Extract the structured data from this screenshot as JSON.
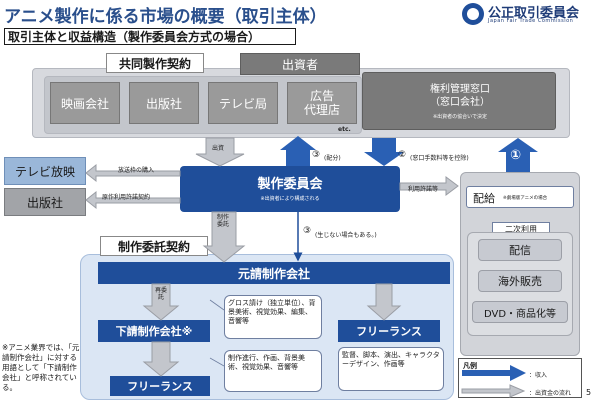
{
  "title": "アニメ製作に係る市場の概要（取引主体）",
  "logo": {
    "name": "公正取引委員会",
    "sub": "Japan Fair Trade Commission"
  },
  "subtitle": "取引主体と収益構造（製作委員会方式の場合）",
  "kyodo": "共同製作契約",
  "shusshisha": "出資者",
  "investors": [
    "映画会社",
    "出版社",
    "テレビ局",
    "広告\n代理店"
  ],
  "etc": "etc.",
  "kenri": {
    "name": "権利管理窓口\n（窓口会社）",
    "note": "※出資者の協合いで決定"
  },
  "left_boxes": [
    "テレビ放映",
    "出版社"
  ],
  "committee": {
    "name": "製作委員会",
    "note": "※出資者により構成される"
  },
  "labels": {
    "shusshi": "出資",
    "haibun": "(配分)",
    "madoguchi": "(窓口手数料等を控除)",
    "hoso": "放送枠の購入",
    "gensaku": "原作利用許諾契約",
    "riyou": "利用許諾等",
    "seisaku_itaku_v": "制作委託",
    "not_paid": "(生じない場合もある。)",
    "sai_itaku": "再委託"
  },
  "numbers": {
    "n1": "①",
    "n2": "②",
    "n3": "③"
  },
  "haikyu": {
    "name": "配給",
    "note": "※劇場版アニメの場合"
  },
  "niji": {
    "label": "二次利用",
    "items": [
      "配信",
      "海外販売",
      "DVD・商品化等"
    ]
  },
  "itaku_label": "制作委託契約",
  "motouke": "元請制作会社",
  "motouke_note": "グロス請け（独立単位）、背景美術、視覚効果、編集、音響等",
  "shitauke": "下請制作会社※",
  "shitauke_note": "制作進行、作画、背景美術、視覚効果、音響等",
  "freelance": "フリーランス",
  "freelance_note": "監督、脚本、演出、キャラクターデザイン、作画等",
  "side_note": "※アニメ業界では、「元請制作会社」に対する用語として「下請制作会社」と呼称されている。",
  "legend": {
    "title": "凡例",
    "income": "：収入",
    "flow": "：出資金の流れ"
  },
  "page": "5"
}
